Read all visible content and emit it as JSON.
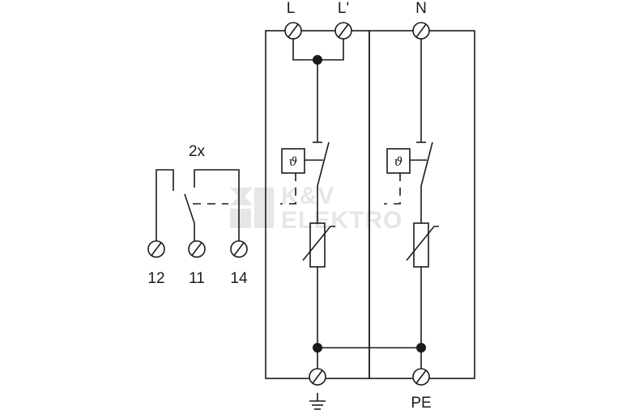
{
  "terminals_top": {
    "l": "L",
    "l_prime": "L'",
    "n": "N"
  },
  "signal_contact": {
    "multiplier": "2x",
    "t12": "12",
    "t11": "11",
    "t14": "14"
  },
  "terminals_bottom": {
    "pe": "PE"
  },
  "thermal_symbol": "ϑ",
  "watermark": {
    "line1": "K&V",
    "line2": "ELEKTRO"
  },
  "colors": {
    "line": "#1a1a1a",
    "watermark": "#e6e6e6"
  }
}
